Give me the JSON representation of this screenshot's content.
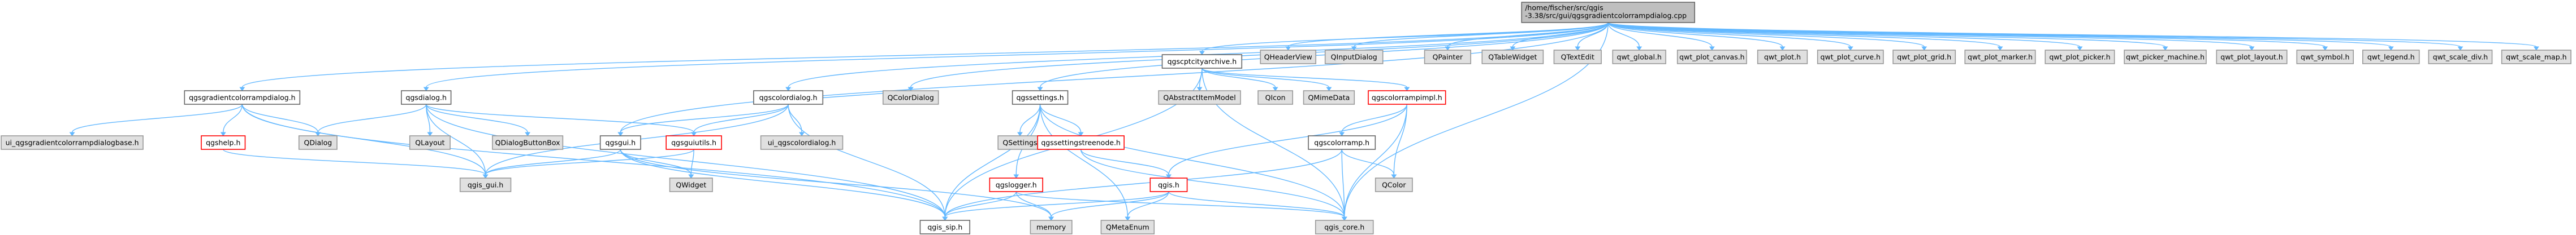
{
  "diagram": {
    "type": "include-dependency-graph",
    "colors": {
      "edge": "#63b8ff",
      "node_fill": "#ffffff",
      "external_fill": "#e0e0e0",
      "root_fill": "#bfbfbf",
      "border_default": "#666666",
      "border_missing": "#ff0000",
      "border_external": "#999999"
    },
    "nodes": [
      {
        "id": "root",
        "label": "/home/fischer/src/qgis-3.38/src/gui/qgsgradientcolorrampdialog.cpp",
        "lines": [
          "/home/fischer/src/qgis",
          "-3.38/src/gui/qgsgradientcolorrampdialog.cpp"
        ],
        "style": "root"
      },
      {
        "id": "qgsgradientcolorrampdialog_h",
        "label": "qgsgradientcolorrampdialog.h",
        "style": "normal"
      },
      {
        "id": "qgsdialog_h",
        "label": "qgsdialog.h",
        "style": "normal"
      },
      {
        "id": "qgscolordialog_h",
        "label": "qgscolordialog.h",
        "style": "normal"
      },
      {
        "id": "qgscptcityarchive_h",
        "label": "qgscptcityarchive.h",
        "style": "normal"
      },
      {
        "id": "qgssettings_h",
        "label": "qgssettings.h",
        "style": "normal"
      },
      {
        "id": "QHeaderView",
        "label": "QHeaderView",
        "style": "external"
      },
      {
        "id": "QInputDialog",
        "label": "QInputDialog",
        "style": "external"
      },
      {
        "id": "QPainter",
        "label": "QPainter",
        "style": "external"
      },
      {
        "id": "QTableWidget",
        "label": "QTableWidget",
        "style": "external"
      },
      {
        "id": "QTextEdit",
        "label": "QTextEdit",
        "style": "external"
      },
      {
        "id": "qwt_global_h",
        "label": "qwt_global.h",
        "style": "external"
      },
      {
        "id": "qwt_plot_canvas_h",
        "label": "qwt_plot_canvas.h",
        "style": "external"
      },
      {
        "id": "qwt_plot_h",
        "label": "qwt_plot.h",
        "style": "external"
      },
      {
        "id": "qwt_plot_curve_h",
        "label": "qwt_plot_curve.h",
        "style": "external"
      },
      {
        "id": "qwt_plot_grid_h",
        "label": "qwt_plot_grid.h",
        "style": "external"
      },
      {
        "id": "qwt_plot_marker_h",
        "label": "qwt_plot_marker.h",
        "style": "external"
      },
      {
        "id": "qwt_plot_picker_h",
        "label": "qwt_plot_picker.h",
        "style": "external"
      },
      {
        "id": "qwt_picker_machine_h",
        "label": "qwt_picker_machine.h",
        "style": "external"
      },
      {
        "id": "qwt_plot_layout_h",
        "label": "qwt_plot_layout.h",
        "style": "external"
      },
      {
        "id": "qwt_symbol_h",
        "label": "qwt_symbol.h",
        "style": "external"
      },
      {
        "id": "qwt_legend_h",
        "label": "qwt_legend.h",
        "style": "external"
      },
      {
        "id": "qwt_scale_div_h",
        "label": "qwt_scale_div.h",
        "style": "external"
      },
      {
        "id": "qwt_scale_map_h",
        "label": "qwt_scale_map.h",
        "style": "external"
      },
      {
        "id": "ui_qgsgradientcolorrampdialogbase_h",
        "label": "ui_qgsgradientcolorrampdialogbase.h",
        "style": "external"
      },
      {
        "id": "qgshelp_h",
        "label": "qgshelp.h",
        "style": "missing"
      },
      {
        "id": "QDialog",
        "label": "QDialog",
        "style": "external"
      },
      {
        "id": "QLayout",
        "label": "QLayout",
        "style": "external"
      },
      {
        "id": "QDialogButtonBox",
        "label": "QDialogButtonBox",
        "style": "external"
      },
      {
        "id": "qgsgui_h",
        "label": "qgsgui.h",
        "style": "normal"
      },
      {
        "id": "qgsguiutils_h",
        "label": "qgsguiutils.h",
        "style": "missing"
      },
      {
        "id": "ui_qgscolordialog_h",
        "label": "ui_qgscolordialog.h",
        "style": "external"
      },
      {
        "id": "QColorDialog",
        "label": "QColorDialog",
        "style": "external"
      },
      {
        "id": "QSettings",
        "label": "QSettings",
        "style": "external"
      },
      {
        "id": "QAbstractItemModel",
        "label": "QAbstractItemModel",
        "style": "external"
      },
      {
        "id": "QIcon",
        "label": "QIcon",
        "style": "external"
      },
      {
        "id": "QMimeData",
        "label": "QMimeData",
        "style": "external"
      },
      {
        "id": "qgscolorrampimpl_h",
        "label": "qgscolorrampimpl.h",
        "style": "missing"
      },
      {
        "id": "qgssettingstreenode_h",
        "label": "qgssettingstreenode.h",
        "style": "missing"
      },
      {
        "id": "qgscolorramp_h",
        "label": "qgscolorramp.h",
        "style": "normal"
      },
      {
        "id": "qgslogger_h",
        "label": "qgslogger.h",
        "style": "missing"
      },
      {
        "id": "qgis_h",
        "label": "qgis.h",
        "style": "missing"
      },
      {
        "id": "QWidget",
        "label": "QWidget",
        "style": "external"
      },
      {
        "id": "QColor",
        "label": "QColor",
        "style": "external"
      },
      {
        "id": "qgis_gui_h",
        "label": "qgis_gui.h",
        "style": "external"
      },
      {
        "id": "memory",
        "label": "memory",
        "style": "external"
      },
      {
        "id": "QMetaEnum",
        "label": "QMetaEnum",
        "style": "external"
      },
      {
        "id": "qgis_sip_h",
        "label": "qgis_sip.h",
        "style": "normal"
      },
      {
        "id": "qgis_core_h",
        "label": "qgis_core.h",
        "style": "external"
      }
    ],
    "edges": [
      [
        "root",
        "qgsgradientcolorrampdialog_h"
      ],
      [
        "root",
        "qgsdialog_h"
      ],
      [
        "root",
        "qgscolordialog_h"
      ],
      [
        "root",
        "qgscptcityarchive_h"
      ],
      [
        "root",
        "qgssettings_h"
      ],
      [
        "root",
        "qgsgui_h"
      ],
      [
        "root",
        "QColorDialog"
      ],
      [
        "root",
        "qgis_core_h"
      ],
      [
        "root",
        "QHeaderView"
      ],
      [
        "root",
        "QInputDialog"
      ],
      [
        "root",
        "QPainter"
      ],
      [
        "root",
        "QTableWidget"
      ],
      [
        "root",
        "QTextEdit"
      ],
      [
        "root",
        "qwt_global_h"
      ],
      [
        "root",
        "qwt_plot_canvas_h"
      ],
      [
        "root",
        "qwt_plot_h"
      ],
      [
        "root",
        "qwt_plot_curve_h"
      ],
      [
        "root",
        "qwt_plot_grid_h"
      ],
      [
        "root",
        "qwt_plot_marker_h"
      ],
      [
        "root",
        "qwt_plot_picker_h"
      ],
      [
        "root",
        "qwt_picker_machine_h"
      ],
      [
        "root",
        "qwt_plot_layout_h"
      ],
      [
        "root",
        "qwt_symbol_h"
      ],
      [
        "root",
        "qwt_legend_h"
      ],
      [
        "root",
        "qwt_scale_div_h"
      ],
      [
        "root",
        "qwt_scale_map_h"
      ],
      [
        "qgsgradientcolorrampdialog_h",
        "ui_qgsgradientcolorrampdialogbase_h"
      ],
      [
        "qgsgradientcolorrampdialog_h",
        "qgshelp_h"
      ],
      [
        "qgsgradientcolorrampdialog_h",
        "QDialog"
      ],
      [
        "qgsgradientcolorrampdialog_h",
        "qgis_gui_h"
      ],
      [
        "qgsgradientcolorrampdialog_h",
        "qgis_sip_h"
      ],
      [
        "qgshelp_h",
        "qgis_gui_h"
      ],
      [
        "qgsdialog_h",
        "QDialog"
      ],
      [
        "qgsdialog_h",
        "QLayout"
      ],
      [
        "qgsdialog_h",
        "QDialogButtonBox"
      ],
      [
        "qgsdialog_h",
        "qgsguiutils_h"
      ],
      [
        "qgsdialog_h",
        "qgis_gui_h"
      ],
      [
        "qgsdialog_h",
        "qgis_sip_h"
      ],
      [
        "qgscolordialog_h",
        "qgsgui_h"
      ],
      [
        "qgscolordialog_h",
        "qgsguiutils_h"
      ],
      [
        "qgscolordialog_h",
        "ui_qgscolordialog_h"
      ],
      [
        "qgscolordialog_h",
        "QColorDialog"
      ],
      [
        "qgscolordialog_h",
        "qgis_gui_h"
      ],
      [
        "qgscolordialog_h",
        "qgis_sip_h"
      ],
      [
        "qgsgui_h",
        "qgis_gui_h"
      ],
      [
        "qgsgui_h",
        "qgis_sip_h"
      ],
      [
        "qgsgui_h",
        "QWidget"
      ],
      [
        "qgsgui_h",
        "memory"
      ],
      [
        "qgsguiutils_h",
        "qgis_gui_h"
      ],
      [
        "qgsguiutils_h",
        "QWidget"
      ],
      [
        "qgscptcityarchive_h",
        "qgis_core_h"
      ],
      [
        "qgscptcityarchive_h",
        "qgis_sip_h"
      ],
      [
        "qgscptcityarchive_h",
        "QAbstractItemModel"
      ],
      [
        "qgscptcityarchive_h",
        "QIcon"
      ],
      [
        "qgscptcityarchive_h",
        "QMimeData"
      ],
      [
        "qgscptcityarchive_h",
        "qgscolorrampimpl_h"
      ],
      [
        "qgscolorrampimpl_h",
        "qgis_core_h"
      ],
      [
        "qgscolorrampimpl_h",
        "qgscolorramp_h"
      ],
      [
        "qgscolorrampimpl_h",
        "qgis_h"
      ],
      [
        "qgscolorrampimpl_h",
        "QColor"
      ],
      [
        "qgscolorramp_h",
        "qgis_core_h"
      ],
      [
        "qgscolorramp_h",
        "qgis_sip_h"
      ],
      [
        "qgscolorramp_h",
        "QColor"
      ],
      [
        "qgssettings_h",
        "QSettings"
      ],
      [
        "qgssettings_h",
        "qgis_core_h"
      ],
      [
        "qgssettings_h",
        "qgis_sip_h"
      ],
      [
        "qgssettings_h",
        "qgslogger_h"
      ],
      [
        "qgssettings_h",
        "qgssettingstreenode_h"
      ],
      [
        "qgssettings_h",
        "QMetaEnum"
      ],
      [
        "qgssettingstreenode_h",
        "qgis_core_h"
      ],
      [
        "qgssettingstreenode_h",
        "qgis_h"
      ],
      [
        "qgslogger_h",
        "qgis_core_h"
      ],
      [
        "qgslogger_h",
        "qgis_sip_h"
      ],
      [
        "qgslogger_h",
        "memory"
      ],
      [
        "qgis_h",
        "qgis_core_h"
      ],
      [
        "qgis_h",
        "qgis_sip_h"
      ],
      [
        "qgis_h",
        "memory"
      ],
      [
        "qgis_h",
        "QMetaEnum"
      ]
    ]
  }
}
